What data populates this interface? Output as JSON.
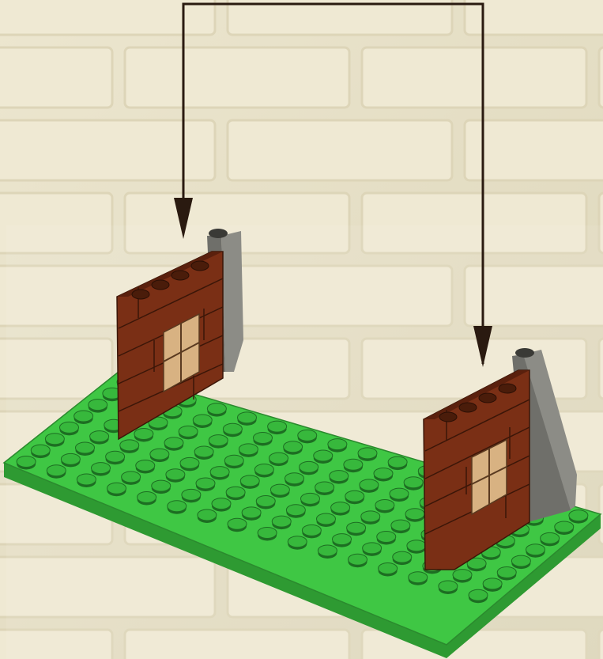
{
  "scene": {
    "subject": "lego-build-step",
    "background": "cream-brick-wall",
    "colors": {
      "wall_base": "#e6e0c6",
      "brick_face": "#efe9d3",
      "mortar": "#ddd5b8",
      "baseplate": "#3fc744",
      "baseplate_side": "#2e9a32",
      "stud_top": "#37b83c",
      "stud_dark": "#1d6e22",
      "brick_red": "#7a2f15",
      "brick_red_dark": "#5a200d",
      "window": "#d8b282",
      "slope_grey": "#8c8c86",
      "slope_grey_dark": "#6f6f6a",
      "arrow": "#2a1a10"
    },
    "walls": [
      {
        "name": "left-wall",
        "window": true,
        "support": "grey-slope"
      },
      {
        "name": "right-wall",
        "window": true,
        "support": "grey-slope"
      }
    ],
    "arrows": [
      {
        "name": "left-arrow",
        "points_to": "left-wall"
      },
      {
        "name": "right-arrow",
        "points_to": "right-wall"
      }
    ],
    "baseplate": {
      "studs_across": 16,
      "studs_deep": 8
    }
  }
}
